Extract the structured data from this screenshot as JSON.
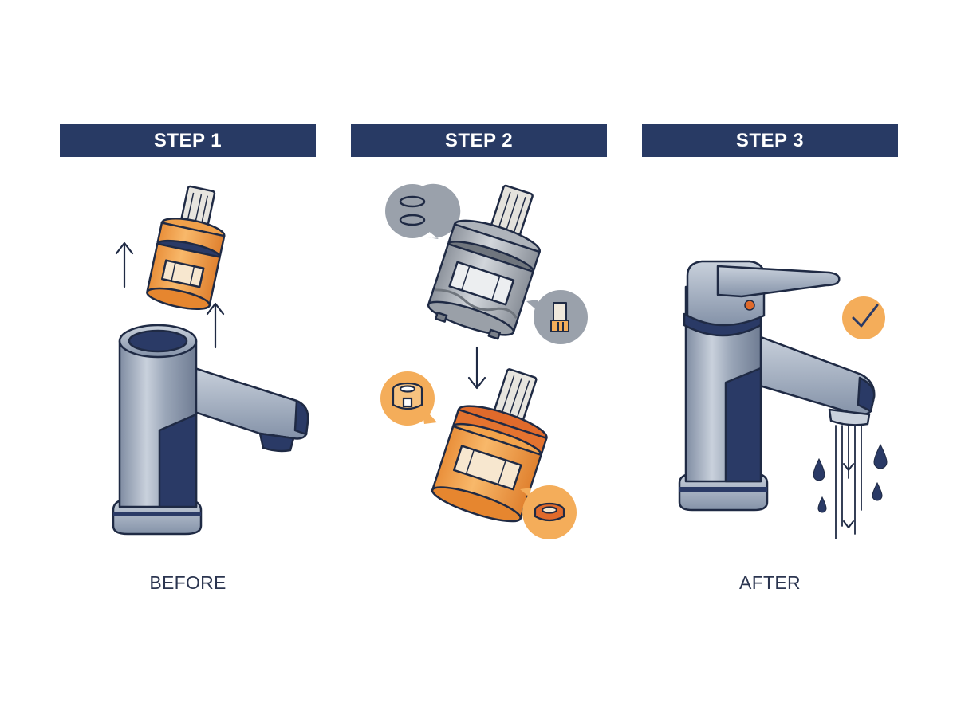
{
  "steps": [
    {
      "label": "STEP 1",
      "caption": "BEFORE"
    },
    {
      "label": "STEP 2",
      "caption": ""
    },
    {
      "label": "STEP 3",
      "caption": "AFTER"
    }
  ],
  "colors": {
    "header_navy": "#283a64",
    "chrome_gray": "#8e9bb0",
    "dark_navy": "#2a3a66",
    "cartridge_orange": "#f3a24a",
    "cartridge_dark_orange": "#e06a2b",
    "badge_gray": "#9aa1ab",
    "badge_orange": "#f4ad5a",
    "stroke": "#1f2a44"
  },
  "icons": [
    "up-arrow-icon",
    "down-arrow-icon",
    "check-icon",
    "water-drop-icon",
    "o-ring-icon",
    "seal-icon",
    "washer-icon"
  ]
}
